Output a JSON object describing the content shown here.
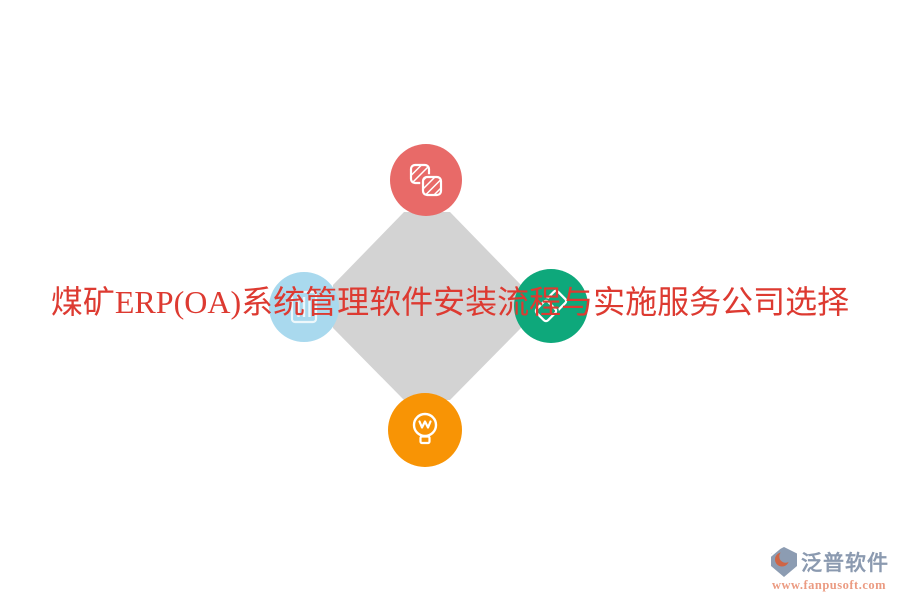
{
  "page": {
    "background_color": "#ffffff",
    "type": "article-header-infographic"
  },
  "headline": {
    "text": "煤矿ERP(OA)系统管理软件安装流程与实施服务公司选择",
    "color": "#dd3a31"
  },
  "diagram": {
    "hub_shape": "four-point-cross",
    "hub_color": "#d3d3d3",
    "nodes": [
      {
        "position": "top",
        "icon": "hatched-overlapping-cards-icon",
        "color": "#e86a68"
      },
      {
        "position": "left",
        "icon": "panel-columns-icon",
        "color": "#a9d9ee"
      },
      {
        "position": "right",
        "icon": "linked-diamond-tags-icon",
        "color": "#0ea87b"
      },
      {
        "position": "bottom",
        "icon": "lightbulb-icon",
        "color": "#f89405"
      }
    ]
  },
  "logo": {
    "name": "泛普软件",
    "url": "www.fanpusoft.com",
    "name_color": "#8b9ab0",
    "url_color": "#eb9b82",
    "mark_color": "#8c9cb2",
    "mark_accent_color": "#cf6545"
  }
}
